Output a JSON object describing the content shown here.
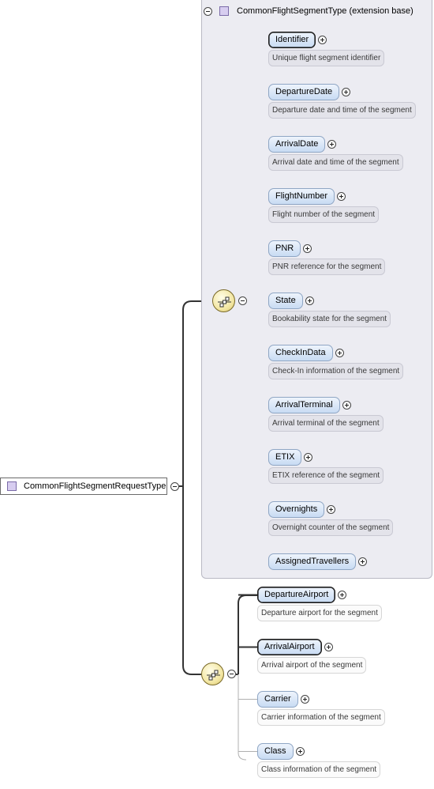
{
  "root": {
    "label": "CommonFlightSegmentRequestType"
  },
  "extension": {
    "title": "CommonFlightSegmentType (extension base)"
  },
  "base_elements": [
    {
      "name": "Identifier",
      "description": "Unique flight segment identifier",
      "required": true
    },
    {
      "name": "DepartureDate",
      "description": "Departure date and time of the segment",
      "required": false
    },
    {
      "name": "ArrivalDate",
      "description": "Arrival date and time of the segment",
      "required": false
    },
    {
      "name": "FlightNumber",
      "description": "Flight number of the segment",
      "required": false
    },
    {
      "name": "PNR",
      "description": "PNR reference for the segment",
      "required": false
    },
    {
      "name": "State",
      "description": "Bookability state for the segment",
      "required": false
    },
    {
      "name": "CheckInData",
      "description": "Check-In information of the segment",
      "required": false
    },
    {
      "name": "ArrivalTerminal",
      "description": "Arrival terminal of the segment",
      "required": false
    },
    {
      "name": "ETIX",
      "description": "ETIX reference of the segment",
      "required": false
    },
    {
      "name": "Overnights",
      "description": "Overnight counter of the segment",
      "required": false
    },
    {
      "name": "AssignedTravellers",
      "description": "",
      "required": false
    }
  ],
  "request_elements": [
    {
      "name": "DepartureAirport",
      "description": "Departure airport for the segment",
      "required": true
    },
    {
      "name": "ArrivalAirport",
      "description": "Arrival airport of the segment",
      "required": true
    },
    {
      "name": "Carrier",
      "description": "Carrier information of the segment",
      "required": false
    },
    {
      "name": "Class",
      "description": "Class information of the segment",
      "required": false
    }
  ],
  "colors": {
    "node": "#c8dbf3",
    "panel": "#ececf2",
    "sequence": "#f3e7a4",
    "type_icon": "#d7cdf0"
  },
  "icons": {
    "type": "complex-type-icon",
    "sequence": "sequence-compositor-icon",
    "expand": "plus-circle-icon",
    "collapse": "minus-circle-icon"
  }
}
